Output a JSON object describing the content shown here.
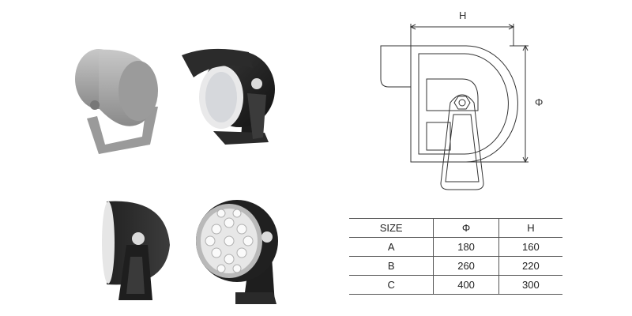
{
  "drawing": {
    "dim_width_label": "H",
    "dim_height_label": "Φ"
  },
  "size_table": {
    "headers": [
      "SIZE",
      "Φ",
      "H"
    ],
    "rows": [
      [
        "A",
        "180",
        "160"
      ],
      [
        "B",
        "260",
        "220"
      ],
      [
        "C",
        "400",
        "300"
      ]
    ]
  }
}
